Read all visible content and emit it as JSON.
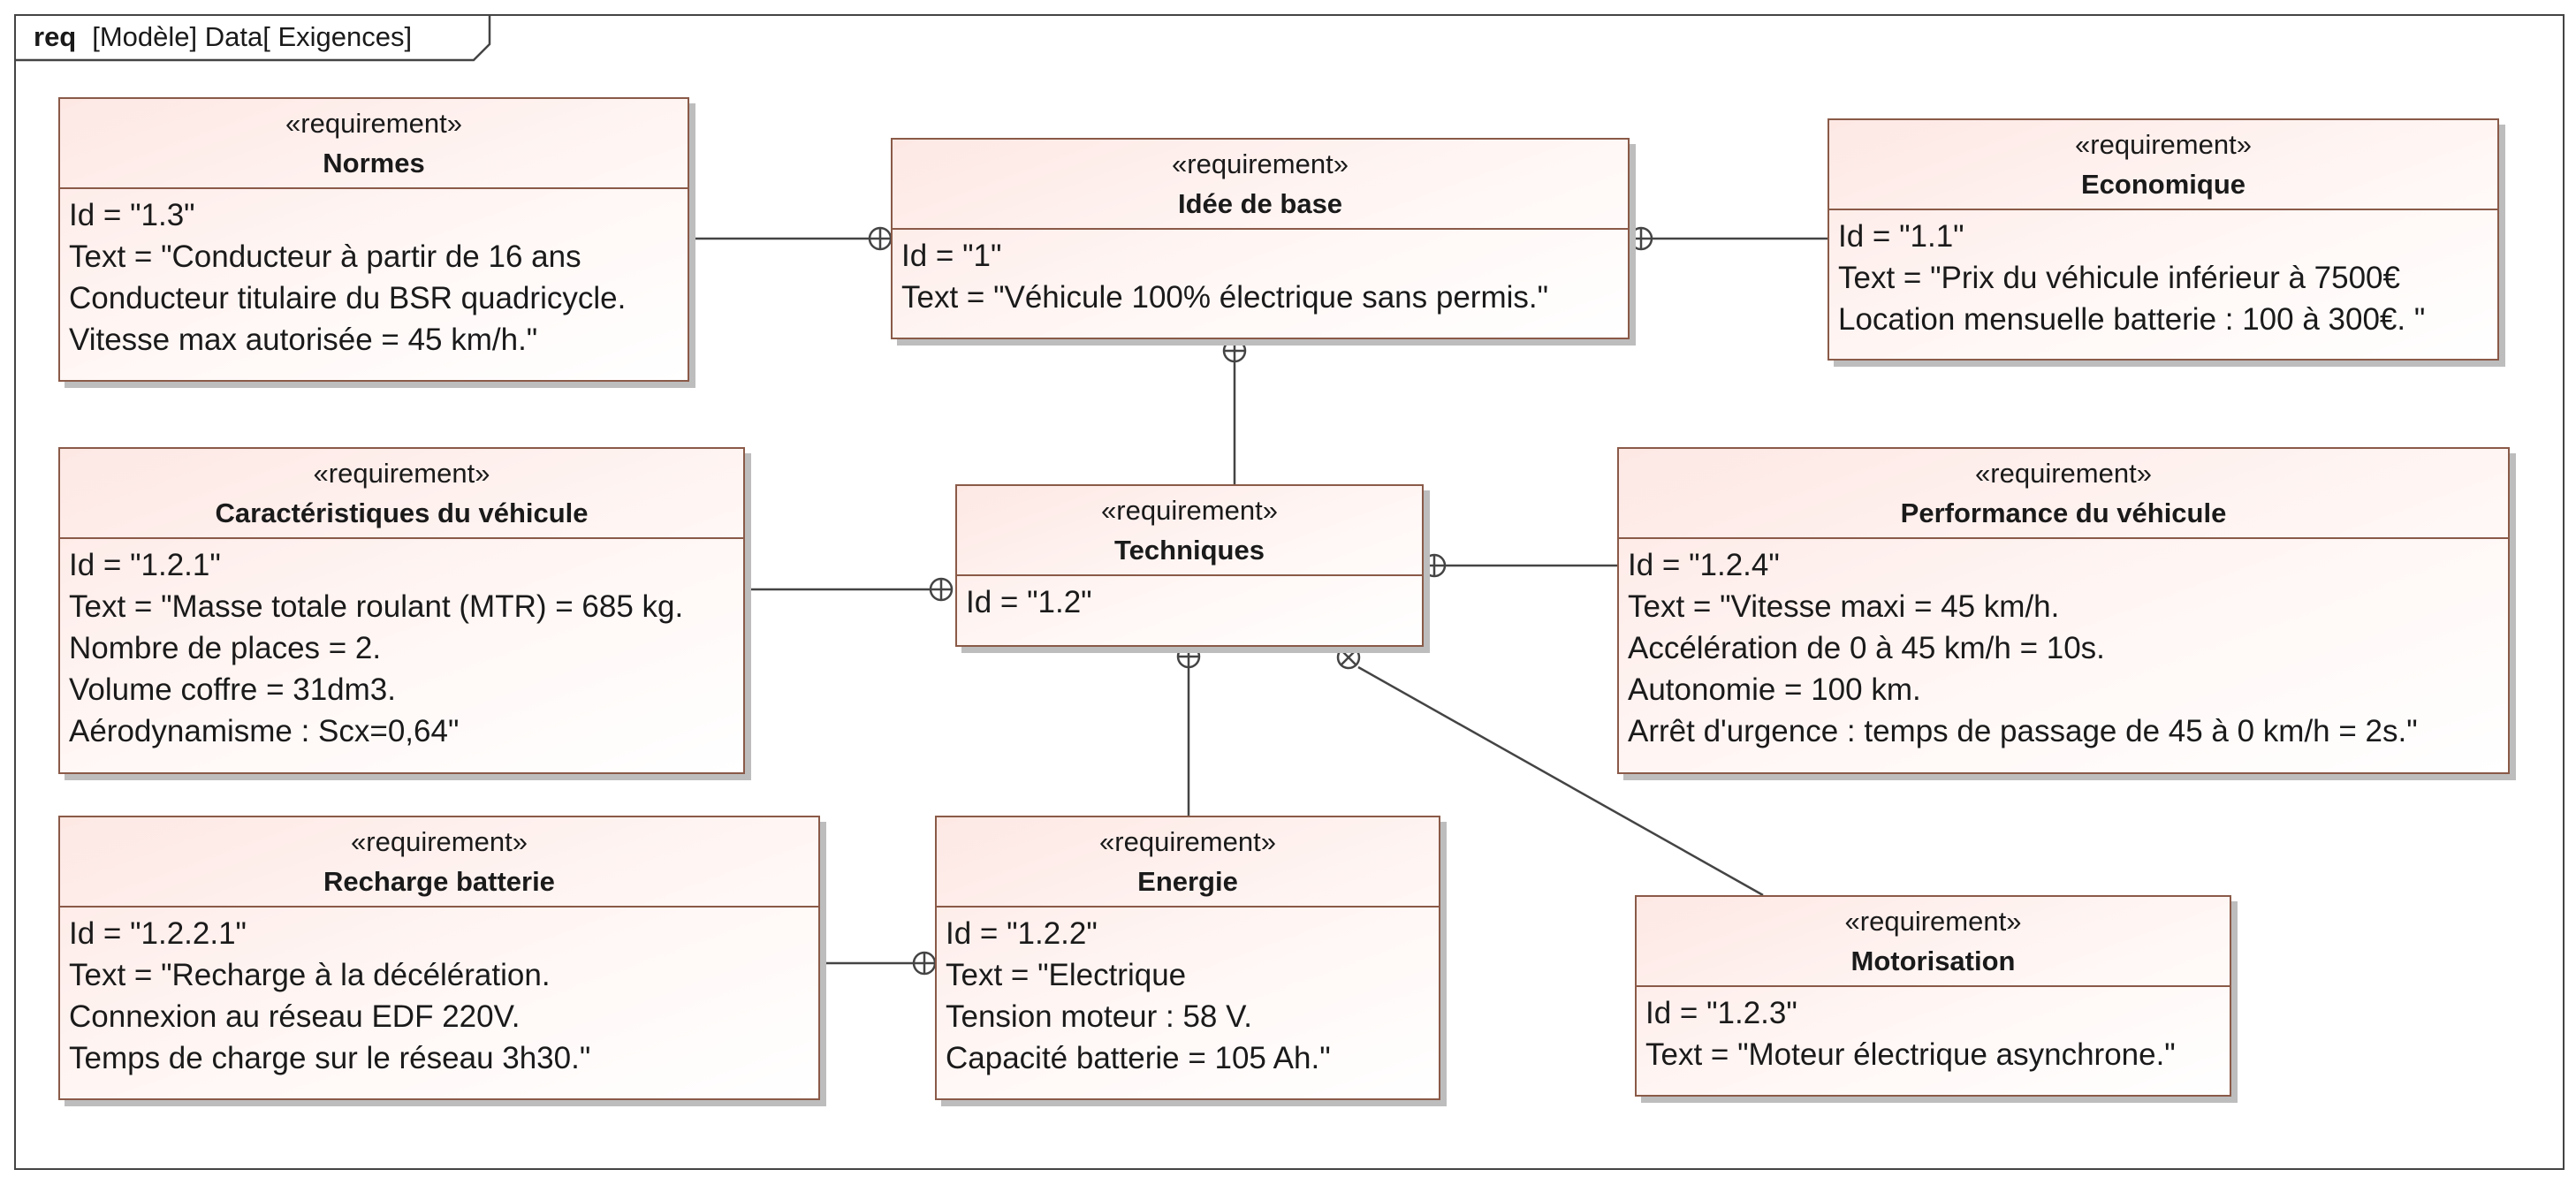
{
  "frame": {
    "kind": "req",
    "label": "[Modèle] Data[ Exigences]"
  },
  "stereotype": "«requirement»",
  "requirements": {
    "normes": {
      "name": "Normes",
      "lines": [
        "Id = \"1.3\"",
        "Text = \"Conducteur à partir de 16 ans",
        "Conducteur titulaire du BSR quadricycle.",
        "Vitesse max autorisée = 45 km/h.\""
      ]
    },
    "idee": {
      "name": "Idée de base",
      "lines": [
        "Id = \"1\"",
        "Text = \"Véhicule 100% électrique sans permis.\""
      ]
    },
    "economique": {
      "name": "Economique",
      "lines": [
        "Id = \"1.1\"",
        "Text = \"Prix du véhicule inférieur à 7500€",
        "Location mensuelle batterie : 100 à 300€. \""
      ]
    },
    "caracteristiques": {
      "name": "Caractéristiques du véhicule",
      "lines": [
        "Id = \"1.2.1\"",
        "Text = \"Masse totale roulant (MTR) = 685 kg.",
        "Nombre de places = 2.",
        "Volume coffre = 31dm3.",
        "Aérodynamisme : Scx=0,64\""
      ]
    },
    "techniques": {
      "name": "Techniques",
      "lines": [
        "Id = \"1.2\""
      ]
    },
    "performance": {
      "name": "Performance du véhicule",
      "lines": [
        "Id = \"1.2.4\"",
        "Text = \"Vitesse maxi = 45 km/h.",
        "Accélération de 0 à 45 km/h = 10s.",
        "Autonomie = 100 km.",
        "Arrêt d'urgence : temps de passage de 45 à 0 km/h = 2s.\""
      ]
    },
    "recharge": {
      "name": "Recharge batterie",
      "lines": [
        "Id = \"1.2.2.1\"",
        "Text = \"Recharge à la décélération.",
        "Connexion au réseau EDF 220V.",
        "Temps de charge sur le réseau 3h30.\""
      ]
    },
    "energie": {
      "name": "Energie",
      "lines": [
        "Id = \"1.2.2\"",
        "Text = \"Electrique",
        "Tension moteur : 58 V.",
        "Capacité batterie = 105 Ah.\""
      ]
    },
    "motorisation": {
      "name": "Motorisation",
      "lines": [
        "Id = \"1.2.3\"",
        "Text = \"Moteur électrique asynchrone.\""
      ]
    }
  },
  "containment": [
    {
      "parent": "idee",
      "child": "normes"
    },
    {
      "parent": "idee",
      "child": "economique"
    },
    {
      "parent": "idee",
      "child": "techniques"
    },
    {
      "parent": "techniques",
      "child": "caracteristiques"
    },
    {
      "parent": "techniques",
      "child": "performance"
    },
    {
      "parent": "techniques",
      "child": "energie"
    },
    {
      "parent": "techniques",
      "child": "motorisation"
    },
    {
      "parent": "energie",
      "child": "recharge"
    }
  ],
  "colors": {
    "border": "#8a5a48",
    "fill": "#fde8e4",
    "line": "#444444",
    "shadow": "#bdbdbd"
  }
}
